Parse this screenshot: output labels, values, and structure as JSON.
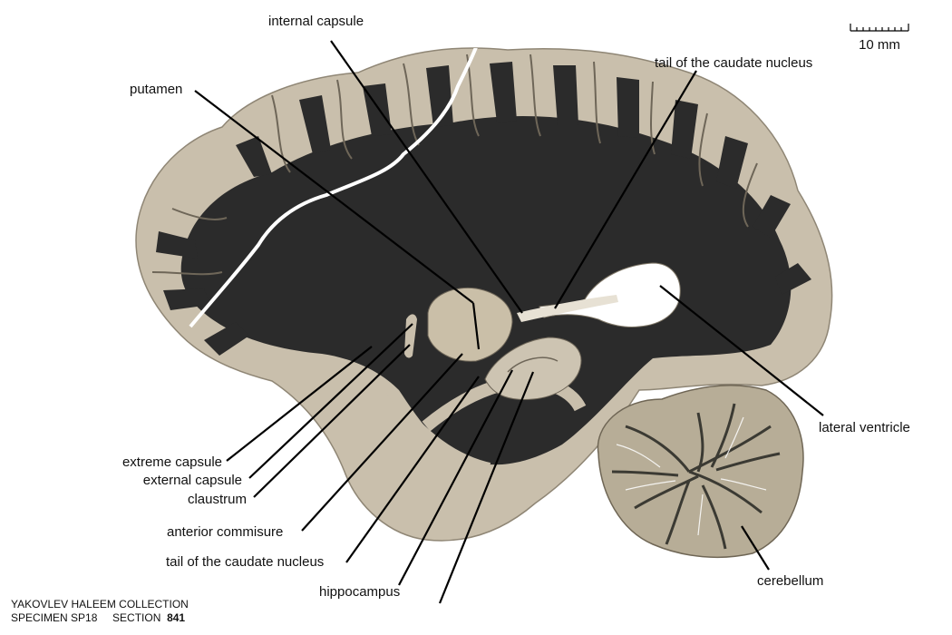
{
  "scale": {
    "label": "10 mm"
  },
  "labels": {
    "internal_capsule": "internal capsule",
    "tail_caudate_top": "tail of the caudate nucleus",
    "putamen": "putamen",
    "lateral_ventricle": "lateral ventricle",
    "extreme_capsule": "extreme capsule",
    "external_capsule": "external capsule",
    "claustrum": "claustrum",
    "anterior_commisure": "anterior commisure",
    "tail_caudate_bottom": "tail of the caudate nucleus",
    "hippocampus": "hippocampus",
    "cerebellum": "cerebellum"
  },
  "footer": {
    "collection": "YAKOVLEV HALEEM COLLECTION",
    "specimen": "SPECIMEN SP18",
    "section_label": "SECTION",
    "section_number": "841"
  },
  "colors": {
    "white_matter": "#2b2b2b",
    "gray_matter": "#c9bfac",
    "cerebellum_gray": "#b7ad97",
    "deep_nuclei": "#cabfa8",
    "leader_line": "#000000"
  }
}
